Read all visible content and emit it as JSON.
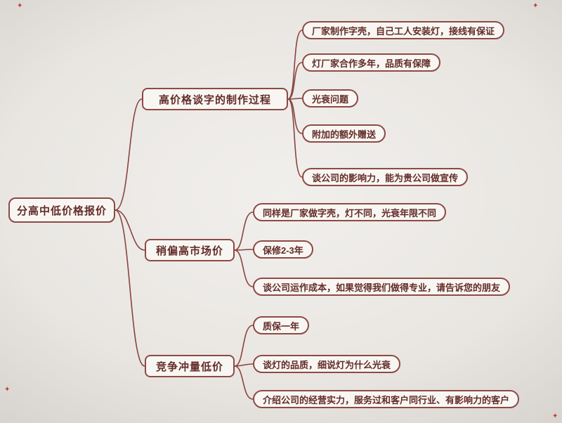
{
  "colors": {
    "accent_border": "#8d4a44",
    "text": "#632c28",
    "connector": "#8a4340",
    "node_fill": "#f8f6f3",
    "background": "#e9e6e2",
    "watermark_red": "#c43a2c"
  },
  "watermark": {
    "glyph": "✦"
  },
  "mindmap": {
    "root": {
      "label": "分高中低价格报价"
    },
    "branches": [
      {
        "label": "高价格谈字的制作过程",
        "children": [
          "厂家制作字壳，自己工人安装灯，接线有保证",
          "灯厂家合作多年，品质有保障",
          "光衰问题",
          "附加的额外赠送",
          "谈公司的影响力，能为贵公司做宣传"
        ]
      },
      {
        "label": "稍偏高市场价",
        "children": [
          "同样是厂家做字壳，灯不同，光衰年限不同",
          "保修2-3年",
          "谈公司运作成本，如果觉得我们做得专业，请告诉您的朋友"
        ]
      },
      {
        "label": "竞争冲量低价",
        "children": [
          "质保一年",
          "谈灯的品质，细说灯为什么光衰",
          "介绍公司的经营实力，服务过和客户同行业、有影响力的客户"
        ]
      }
    ]
  }
}
